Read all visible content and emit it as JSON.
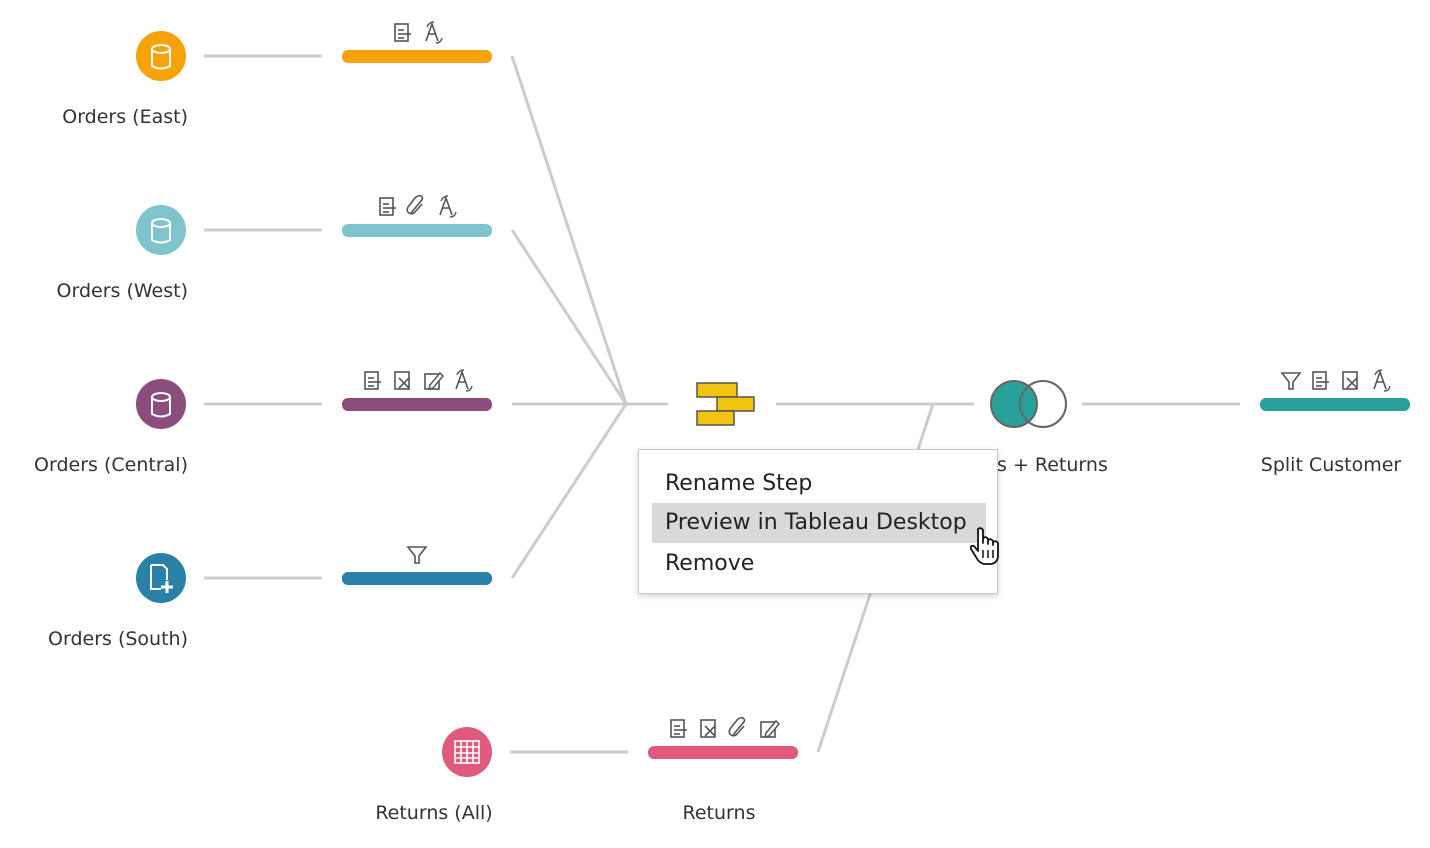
{
  "colors": {
    "orange": "#f7a20b",
    "teal_light": "#7fc4cc",
    "purple": "#8a4d7c",
    "blue": "#2980a9",
    "pink": "#e05a7d",
    "teal_dark": "#27a19a",
    "union_yellow": "#f1c40f",
    "line": "#cccccc"
  },
  "inputs": [
    {
      "label": "Orders (East)",
      "icon": "database-icon"
    },
    {
      "label": "Orders (West)",
      "icon": "database-icon"
    },
    {
      "label": "Orders (Central)",
      "icon": "database-icon"
    },
    {
      "label": "Orders (South)",
      "icon": "wildcard-file-icon"
    },
    {
      "label": "Returns (All)",
      "icon": "table-icon"
    }
  ],
  "steps": [
    {
      "icons": [
        "field-list-icon",
        "rename-icon"
      ]
    },
    {
      "icons": [
        "field-list-icon",
        "link-icon",
        "rename-icon"
      ]
    },
    {
      "icons": [
        "field-list-icon",
        "remove-field-icon",
        "edit-icon",
        "rename-icon"
      ]
    },
    {
      "icons": [
        "filter-icon"
      ]
    },
    {
      "label": "Returns",
      "icons": [
        "field-list-icon",
        "remove-field-icon",
        "link-icon",
        "edit-icon"
      ]
    }
  ],
  "join_label": "s + Returns",
  "output": {
    "label": "Split Customer",
    "icons": [
      "filter-icon",
      "field-list-icon",
      "remove-field-icon",
      "rename-icon"
    ]
  },
  "context_menu": {
    "items": [
      "Rename Step",
      "Preview in Tableau Desktop",
      "Remove"
    ],
    "highlighted": 1
  }
}
